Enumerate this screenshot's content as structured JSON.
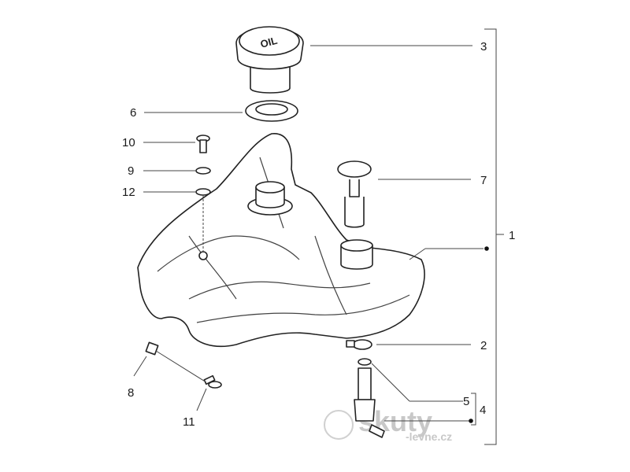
{
  "labels": {
    "p1": "1",
    "p2": "2",
    "p3": "3",
    "p4": "4",
    "p5": "5",
    "p6": "6",
    "p7": "7",
    "p8": "8",
    "p9": "9",
    "p10": "10",
    "p11": "11",
    "p12": "12"
  },
  "cap_marking": "OIL",
  "watermark": {
    "brand": "skuty",
    "domain": "-levne.cz"
  }
}
